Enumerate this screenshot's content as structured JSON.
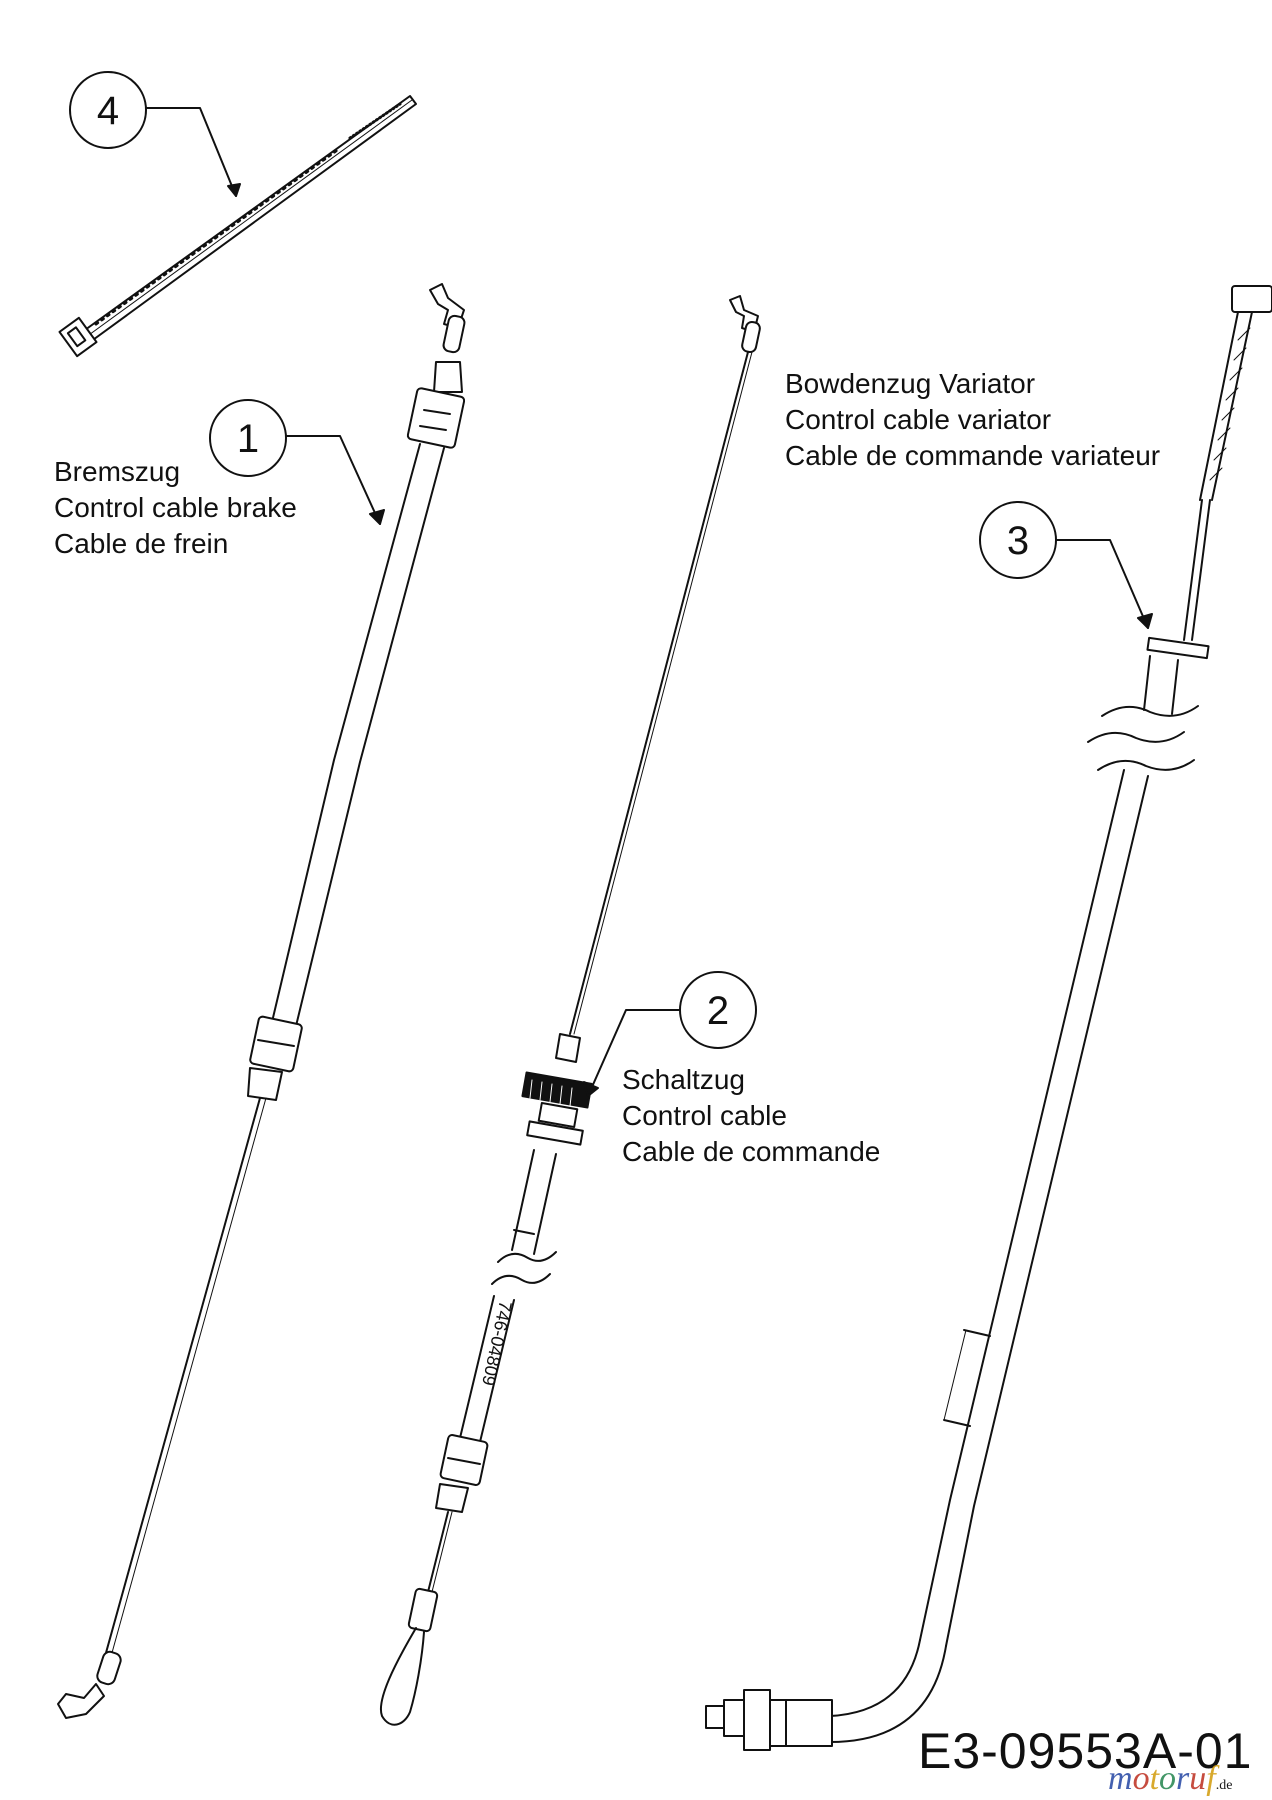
{
  "callouts": [
    {
      "number": "1"
    },
    {
      "number": "2"
    },
    {
      "number": "3"
    },
    {
      "number": "4"
    }
  ],
  "labels": {
    "brake": [
      "Bremszug",
      "Control cable brake",
      "Cable de frein"
    ],
    "variator": [
      "Bowdenzug Variator",
      "Control cable variator",
      "Cable de commande variateur"
    ],
    "shift": [
      "Schaltzug",
      "Control cable",
      "Cable de commande"
    ]
  },
  "part_marking": "746-04809",
  "document_code": "E3-09553A-01",
  "watermark": {
    "text": "motoruf",
    "tld": ".de",
    "colors": [
      "#2f4fa8",
      "#c0392b",
      "#d4a017",
      "#2e8b57"
    ]
  }
}
